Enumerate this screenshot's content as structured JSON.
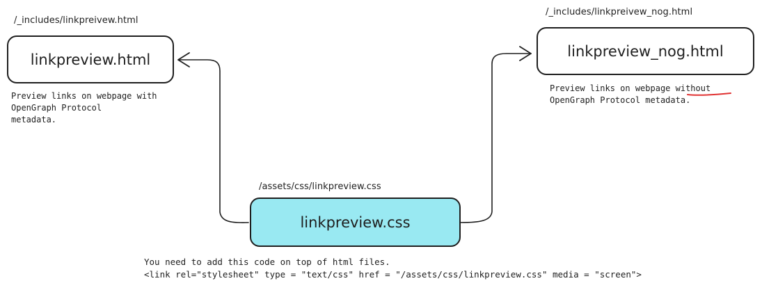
{
  "nodes": {
    "left": {
      "path": "/_includes/linkpreivew.html",
      "title": "linkpreview.html",
      "description": "Preview links on webpage with\nOpenGraph Protocol\nmetadata."
    },
    "right": {
      "path": "/_includes/linkpreivew_nog.html",
      "title": "linkpreview_nog.html",
      "description_before": "Preview links on webpage ",
      "description_emphasis": "without",
      "description_line2": "OpenGraph Protocol metadata."
    },
    "center": {
      "path": "/assets/css/linkpreview.css",
      "title": "linkpreview.css"
    }
  },
  "note": {
    "line1": "You need to add this code on top of html files.",
    "line2": "<link rel=\"stylesheet\" type = \"text/css\" href = \"/assets/css/linkpreview.css\" media = \"screen\">"
  },
  "colors": {
    "stroke": "#1e1e1e",
    "center_fill": "#99e9f2",
    "underline": "#e03131"
  }
}
